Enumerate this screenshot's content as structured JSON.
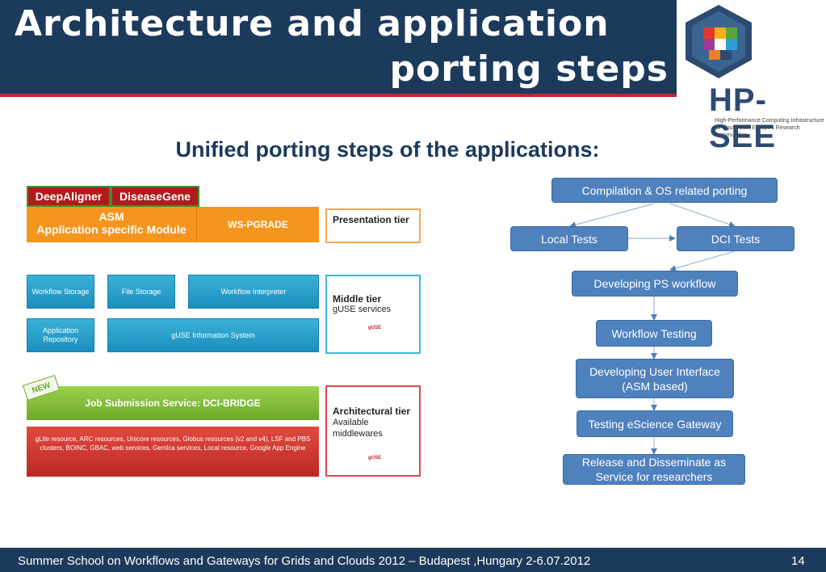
{
  "header": {
    "title_line1": "Architecture  and application",
    "title_line2": "porting steps"
  },
  "logo": {
    "name": "HP-SEE",
    "tagline_line1": "High-Performance Computing Infrastructure",
    "tagline_line2": "for South East Europe's Research Communities"
  },
  "subtitle": "Unified porting steps of the applications:",
  "architecture": {
    "apps": [
      "DeepAligner",
      "DiseaseGene"
    ],
    "asm_line1": "ASM",
    "asm_line2": "Application specific Module",
    "wspgrade": "WS-PGRADE",
    "middle_boxes": [
      "Workflow Storage",
      "File Storage",
      "Workflow Interpreter",
      "Application Repository",
      "gUSE Information System"
    ],
    "new_badge": "NEW",
    "job_submission": "Job Submission Service: DCI-BRIDGE",
    "resources": "gLite resource, ARC resources, Unicore resources, Globus resources (v2 and v4), LSF and PBS clusters, BOINC, GBAC, web services, Gemlca services, Local resource, Google App Engine",
    "tiers": {
      "presentation_title": "Presentation tier",
      "middle_title": "Middle tier",
      "middle_sub": "gUSE services",
      "arch_title": "Architectural tier",
      "arch_sub": "Available middlewares",
      "guse_mark": "gUSE"
    }
  },
  "flowchart": {
    "steps": [
      "Compilation & OS related porting",
      "Local Tests",
      "DCI Tests",
      "Developing PS workflow",
      "Workflow Testing",
      "Developing User Interface (ASM based)",
      "Testing eScience Gateway",
      "Release and Disseminate as Service for researchers"
    ],
    "box_color": "#4f81bd"
  },
  "footer": {
    "text": "Summer School on Workflows and Gateways for Grids and Clouds 2012  –  Budapest ,Hungary  2-6.07.2012",
    "page": "14"
  },
  "colors": {
    "header_blue": "#1b3a5c",
    "accent_red": "#c0282d",
    "orange": "#f6951e"
  }
}
